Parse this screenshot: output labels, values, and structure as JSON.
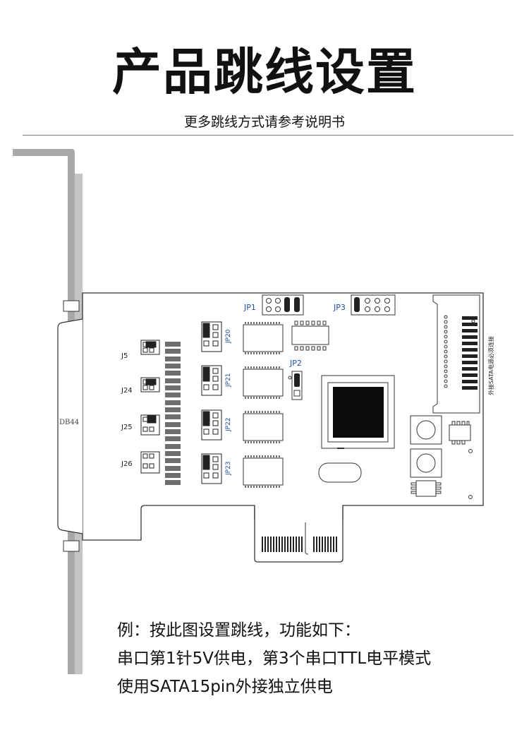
{
  "header": {
    "title": "产品跳线设置",
    "subtitle": "更多跳线方式请参考说明书"
  },
  "board": {
    "connector_label": "DB44",
    "jumpers_left": [
      "J5",
      "J24",
      "J25",
      "J26"
    ],
    "jumpers_mid": [
      "JP20",
      "JP21",
      "JP22",
      "JP23"
    ],
    "jp1": "JP1",
    "jp2": "JP2",
    "jp3": "JP3",
    "sata_note": "外接SATA电源必须连接"
  },
  "caption": {
    "line1": "例：按此图设置跳线，功能如下：",
    "line2": "串口第1针5V供电，第3个串口TTL电平模式",
    "line3": "使用SATA15pin外接独立供电"
  },
  "colors": {
    "board_stroke": "#333333",
    "label_blue": "#1f4fa0",
    "bracket_gray": "#a7a7a7"
  }
}
